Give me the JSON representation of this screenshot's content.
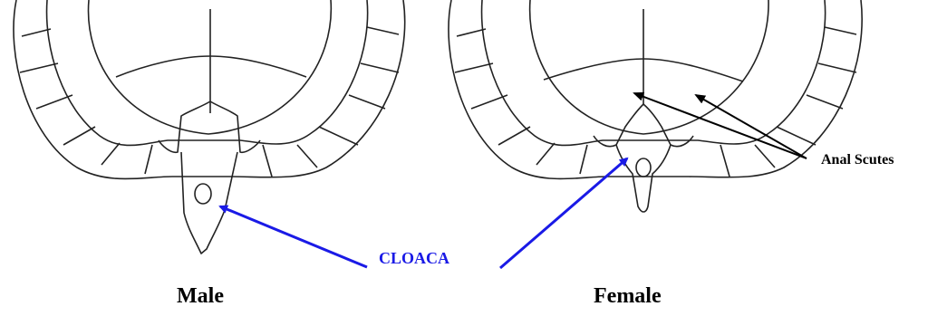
{
  "labels": {
    "male": "Male",
    "female": "Female",
    "cloaca": "CLOACA",
    "anal_scutes": "Anal Scutes"
  },
  "colors": {
    "outline": "#222222",
    "cloaca_arrow": "#1a1ae6",
    "pointer_arrow": "#000000"
  }
}
